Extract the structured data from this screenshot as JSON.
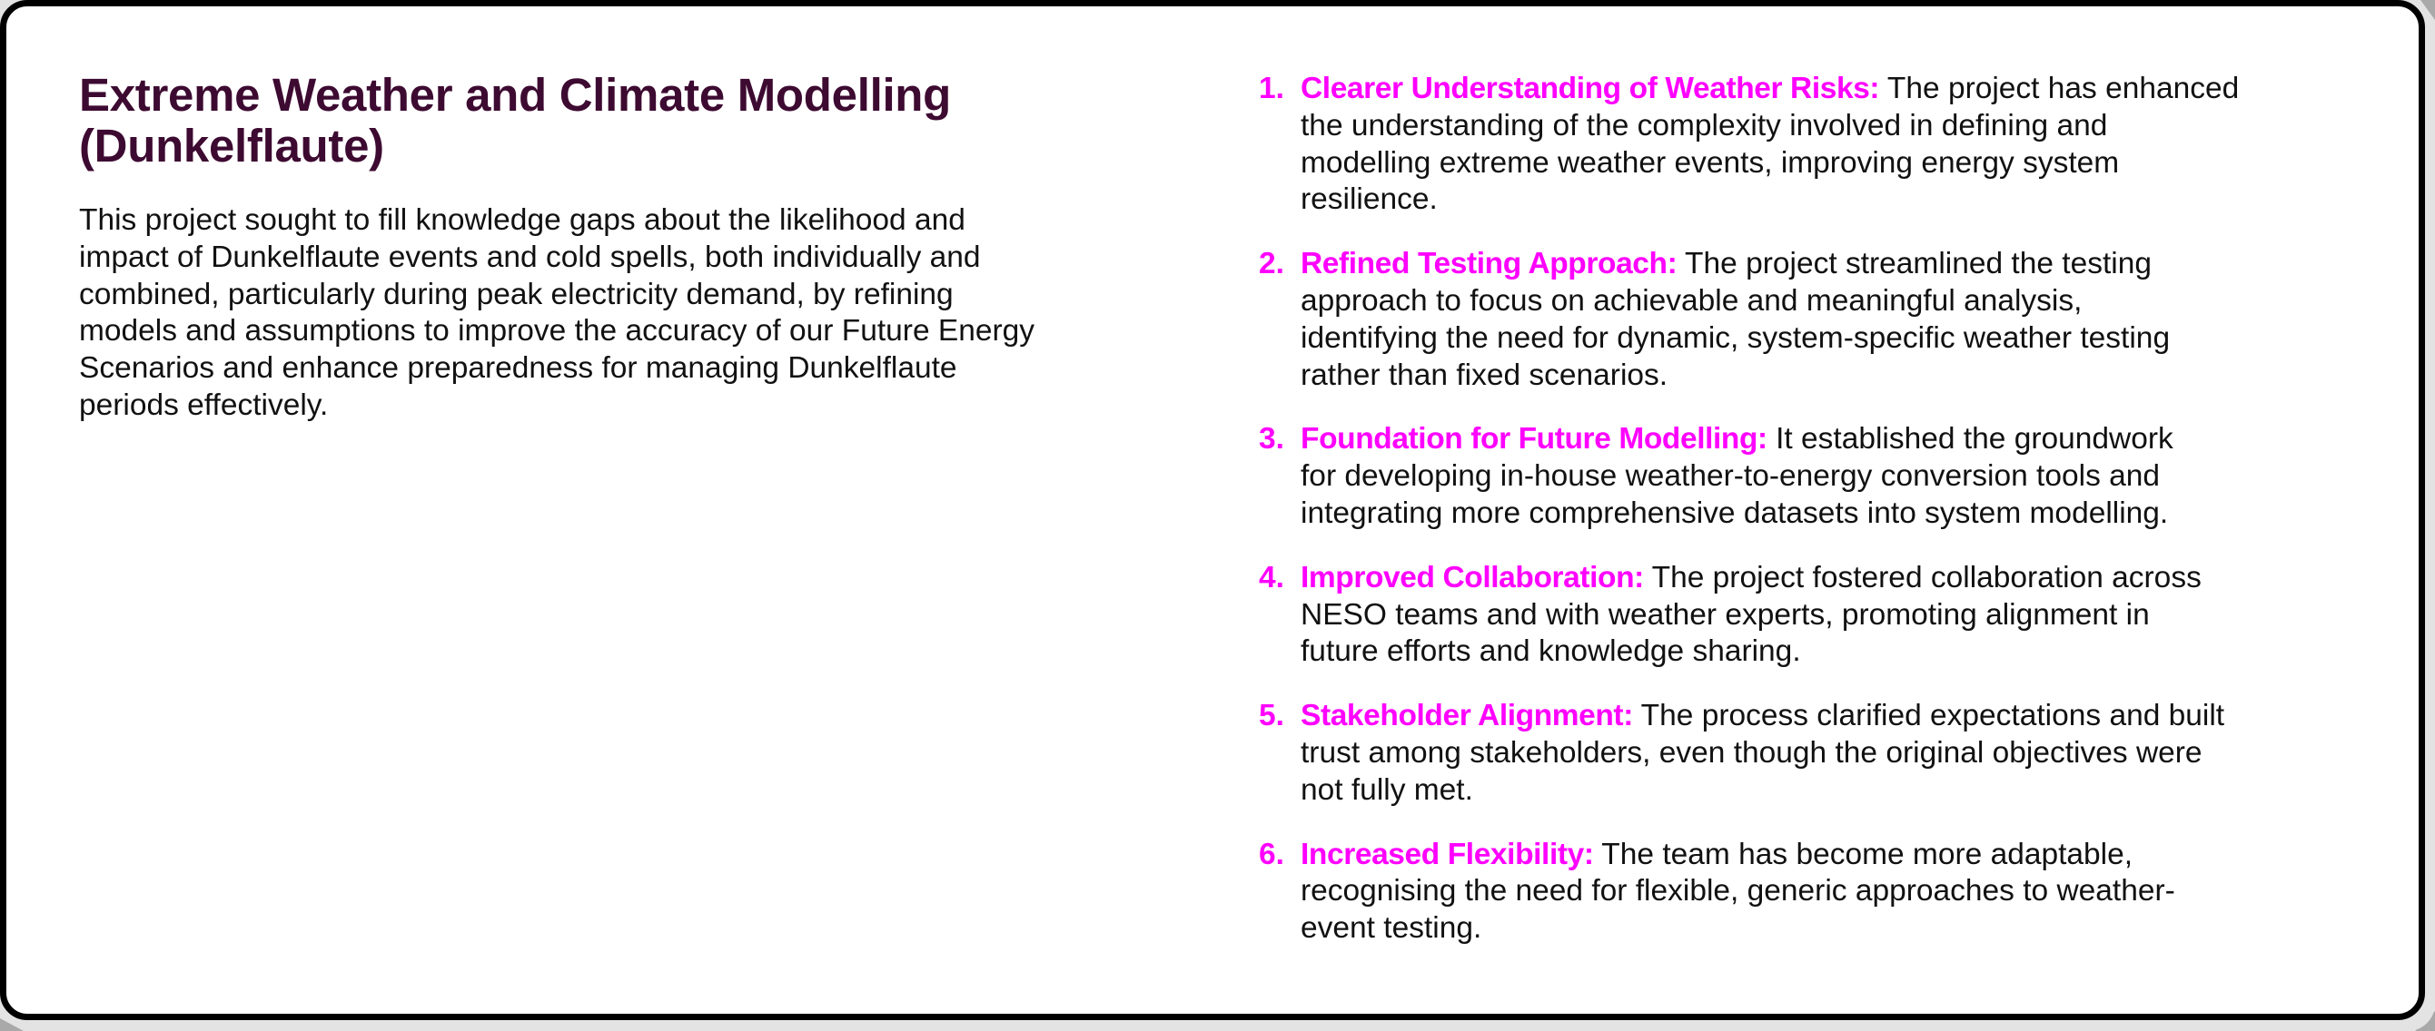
{
  "page": {
    "colors": {
      "title": "#3d0a31",
      "accent": "#ff00ff",
      "body_text": "#111111",
      "card_border": "#000000",
      "card_background": "#ffffff",
      "page_background": "#e3e3e3"
    }
  },
  "project": {
    "title_lines": [
      "Extreme Weather and Climate Modelling",
      "(Dunkelflaute)"
    ],
    "summary_lines": [
      "This project sought to fill knowledge gaps about the likelihood and",
      "impact of Dunkelflaute events and cold spells, both individually and",
      "combined, particularly during peak electricity demand, by refining",
      "models and assumptions to improve the accuracy of our Future Energy",
      "Scenarios and enhance preparedness for managing Dunkelflaute",
      "periods effectively."
    ]
  },
  "outcomes": [
    {
      "number": "1.",
      "heading": "Clearer Understanding of Weather Risks:",
      "first_line_rest": " The project has enhanced",
      "lines": [
        "the understanding of the complexity involved in defining and",
        "modelling extreme weather events, improving energy system",
        "resilience."
      ]
    },
    {
      "number": "2.",
      "heading": "Refined Testing Approach:",
      "first_line_rest": " The project streamlined the testing",
      "lines": [
        "approach to focus on achievable and meaningful analysis,",
        "identifying the need for dynamic, system-specific weather testing",
        "rather than fixed scenarios."
      ]
    },
    {
      "number": "3.",
      "heading": "Foundation for Future Modelling:",
      "first_line_rest": " It established the groundwork",
      "lines": [
        "for developing in-house weather-to-energy conversion tools and",
        "integrating more comprehensive datasets into system modelling."
      ]
    },
    {
      "number": "4.",
      "heading": "Improved Collaboration:",
      "first_line_rest": " The project fostered collaboration across",
      "lines": [
        "NESO teams and with weather experts, promoting alignment in",
        "future efforts and knowledge sharing."
      ]
    },
    {
      "number": "5.",
      "heading": "Stakeholder Alignment:",
      "first_line_rest": " The process clarified expectations and built",
      "lines": [
        "trust among stakeholders, even though the original objectives were",
        "not fully met."
      ]
    },
    {
      "number": "6.",
      "heading": "Increased Flexibility:",
      "first_line_rest": " The team has become more adaptable,",
      "lines": [
        "recognising the need for flexible, generic approaches to weather-",
        "event testing."
      ]
    }
  ]
}
